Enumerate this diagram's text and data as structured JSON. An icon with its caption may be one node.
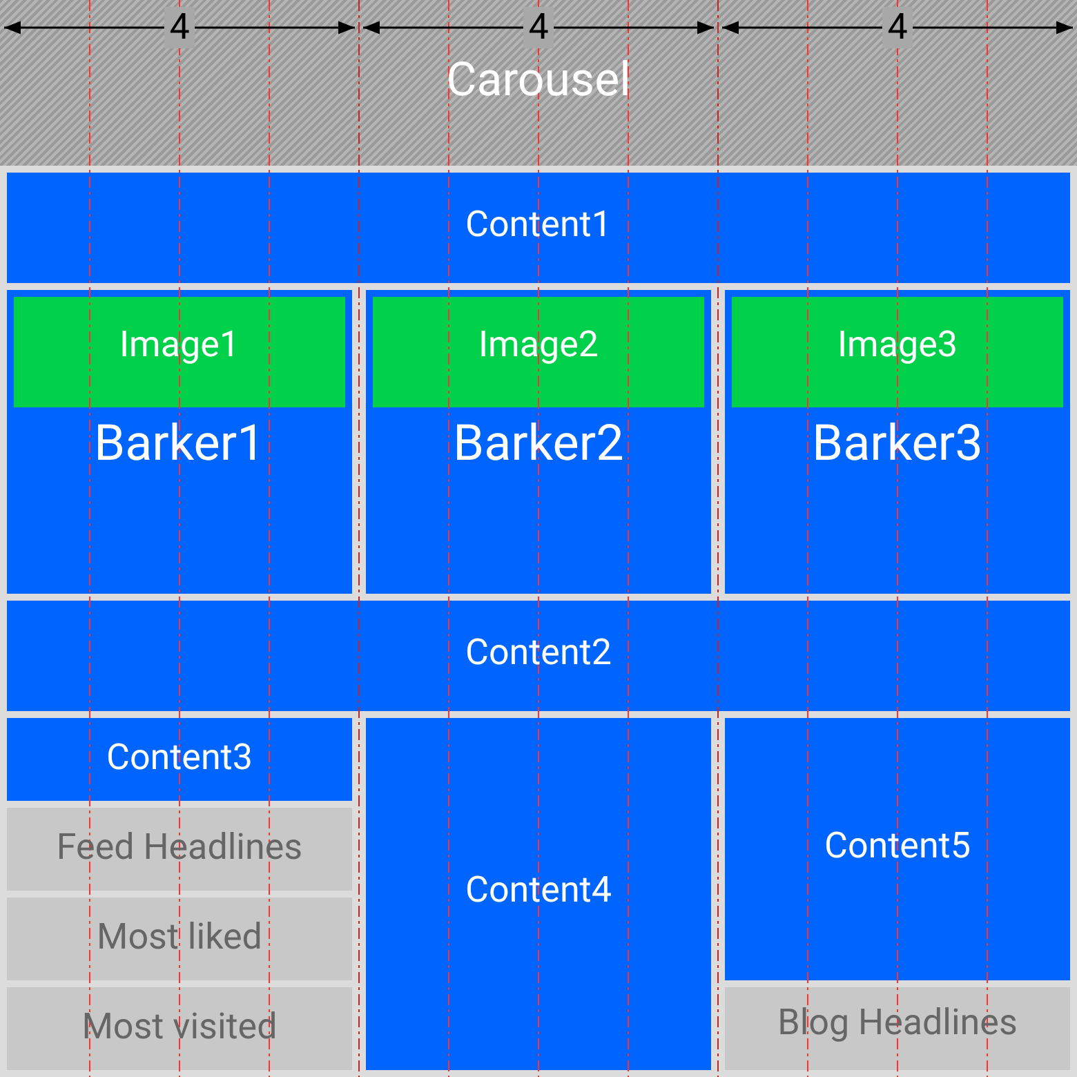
{
  "diagram": {
    "nodes": [
      {
        "text": [
          "Carousel"
        ]
      },
      {
        "text": [
          "Content1"
        ]
      },
      {
        "text": [
          "Barker1"
        ]
      },
      {
        "text": [
          "Image1"
        ],
        "in": 2
      },
      {
        "text": [
          "Barker2"
        ]
      },
      {
        "text": [
          "Image2"
        ],
        "in": 4
      },
      {
        "text": [
          "Barker3"
        ]
      },
      {
        "text": [
          "Image3"
        ],
        "in": 6
      },
      {
        "text": [
          "Content2"
        ]
      },
      {
        "text": [
          "Content3"
        ]
      },
      {
        "text": [
          "Feed Headlines"
        ]
      },
      {
        "text": [
          "Most liked"
        ]
      },
      {
        "text": [
          "Most visited"
        ]
      },
      {
        "text": [
          "Content4"
        ]
      },
      {
        "text": [
          "Content5"
        ]
      },
      {
        "text": [
          "Blog Headlines"
        ]
      }
    ],
    "edges": [],
    "labels": [
      "4",
      "4",
      "4"
    ]
  }
}
